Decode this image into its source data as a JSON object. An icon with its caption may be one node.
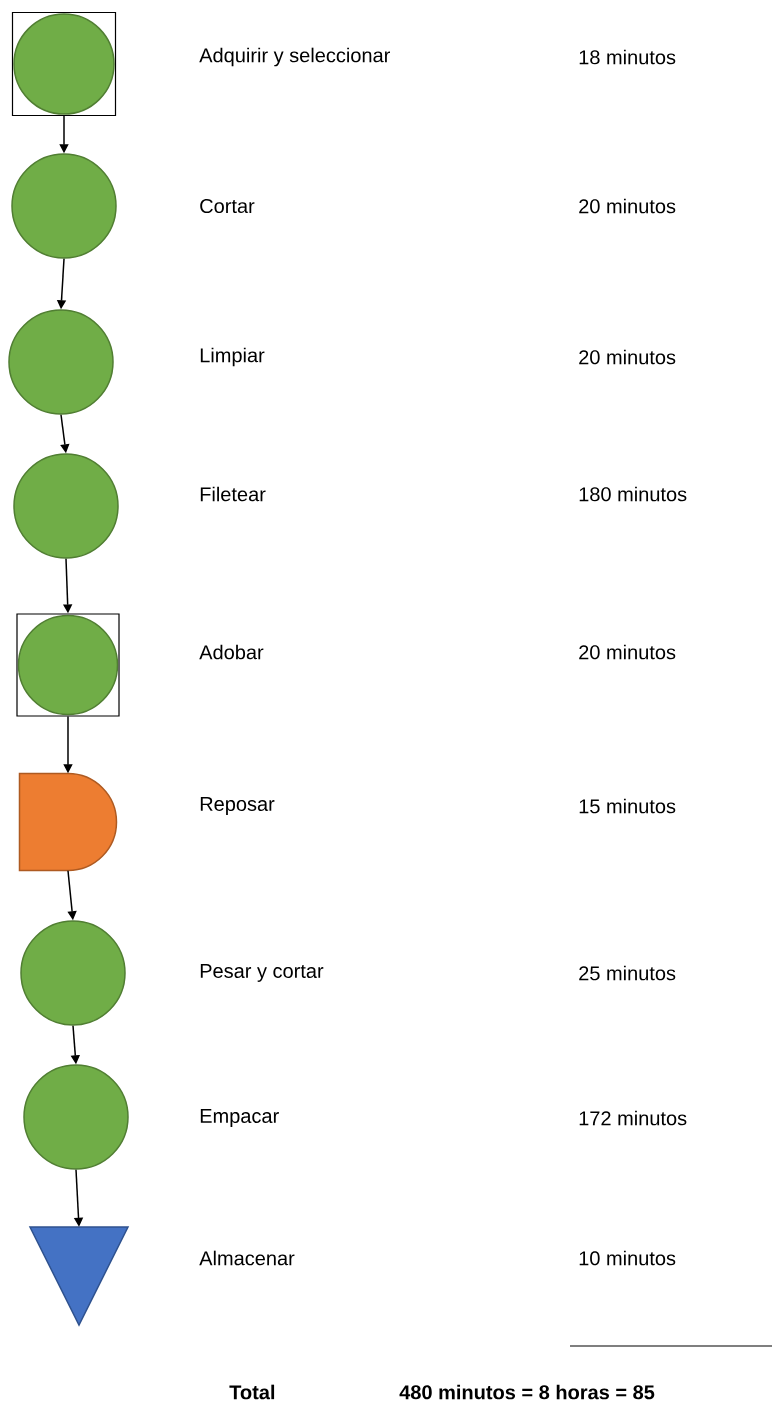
{
  "diagram": {
    "nodes": [
      {
        "text": [],
        "shape": "box"
      },
      {
        "text": [],
        "shape": "circle",
        "in": 0
      },
      {
        "text": [],
        "shape": "circle"
      },
      {
        "text": [],
        "shape": "circle"
      },
      {
        "text": [],
        "shape": "circle"
      },
      {
        "text": [],
        "shape": "box"
      },
      {
        "text": [],
        "shape": "circle",
        "in": 5
      },
      {
        "text": [],
        "shape": "delay"
      },
      {
        "text": [],
        "shape": "circle"
      },
      {
        "text": [],
        "shape": "circle"
      },
      {
        "text": [],
        "shape": "triangle"
      }
    ],
    "edges": [
      {
        "from": 0,
        "to": 2,
        "arrow": "to"
      },
      {
        "from": 2,
        "to": 3,
        "arrow": "to"
      },
      {
        "from": 3,
        "to": 4,
        "arrow": "to"
      },
      {
        "from": 4,
        "to": 5,
        "arrow": "to"
      },
      {
        "from": 5,
        "to": 7,
        "arrow": "to"
      },
      {
        "from": 7,
        "to": 8,
        "arrow": "to"
      },
      {
        "from": 8,
        "to": 9,
        "arrow": "to"
      },
      {
        "from": 9,
        "to": 10,
        "arrow": "to"
      }
    ],
    "labels": [
      "Adquirir y seleccionar",
      "18 minutos",
      "Cortar",
      "20 minutos",
      "Limpiar",
      "20 minutos",
      "Filetear",
      "180 minutos",
      "Adobar",
      "20 minutos",
      "Reposar",
      "15 minutos",
      "Pesar y cortar",
      "25 minutos",
      "Empacar",
      "172 minutos",
      "Almacenar",
      "10 minutos",
      "Total",
      "480 minutos = 8 horas = 85"
    ]
  }
}
